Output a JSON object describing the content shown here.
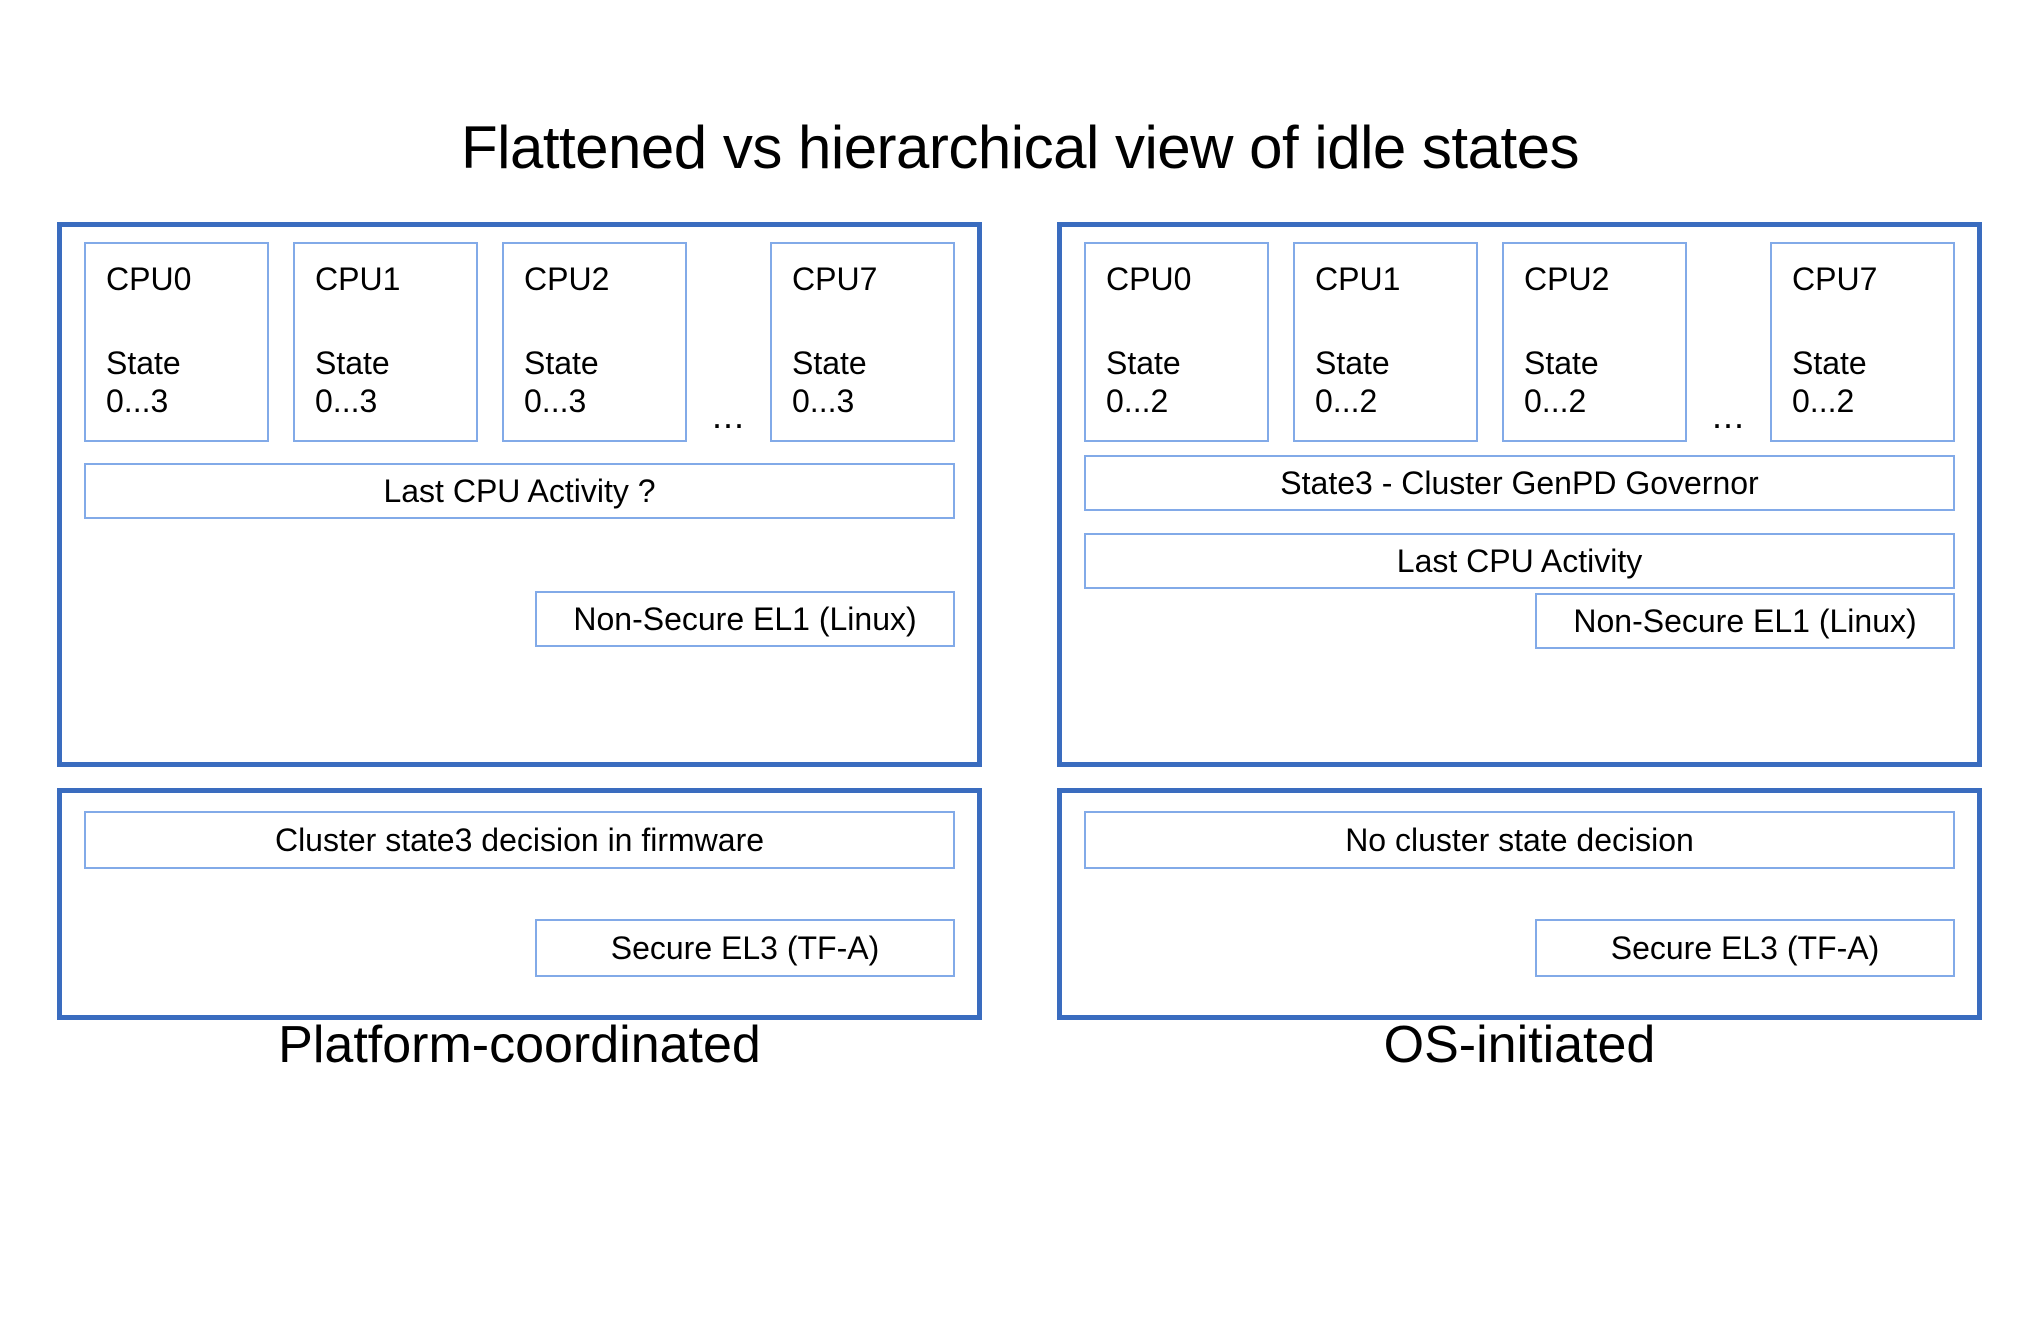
{
  "title": "Flattened vs hierarchical view of idle states",
  "colors": {
    "panel_border": "#3a6cbf",
    "box_border": "#82aae8",
    "background": "#ffffff",
    "text": "#000000"
  },
  "ellipsis": "...",
  "columns": [
    {
      "id": "platform-coordinated",
      "caption": "Platform-coordinated",
      "os_panel": {
        "cpus": [
          {
            "name": "CPU0",
            "state_label": "State",
            "state_range": "0...3"
          },
          {
            "name": "CPU1",
            "state_label": "State",
            "state_range": "0...3"
          },
          {
            "name": "CPU2",
            "state_label": "State",
            "state_range": "0...3"
          },
          {
            "name": "CPU7",
            "state_label": "State",
            "state_range": "0...3"
          }
        ],
        "activity_bar": "Last CPU Activity ?",
        "exception_level": "Non-Secure EL1 (Linux)"
      },
      "fw_panel": {
        "decision_bar": "Cluster state3 decision in firmware",
        "exception_level": "Secure EL3 (TF-A)"
      }
    },
    {
      "id": "os-initiated",
      "caption": "OS-initiated",
      "os_panel": {
        "cpus": [
          {
            "name": "CPU0",
            "state_label": "State",
            "state_range": "0...2"
          },
          {
            "name": "CPU1",
            "state_label": "State",
            "state_range": "0...2"
          },
          {
            "name": "CPU2",
            "state_label": "State",
            "state_range": "0...2"
          },
          {
            "name": "CPU7",
            "state_label": "State",
            "state_range": "0...2"
          }
        ],
        "governor_bar": "State3 - Cluster GenPD Governor",
        "activity_bar": "Last CPU Activity",
        "exception_level": "Non-Secure EL1 (Linux)"
      },
      "fw_panel": {
        "decision_bar": "No cluster state decision",
        "exception_level": "Secure EL3 (TF-A)"
      }
    }
  ]
}
